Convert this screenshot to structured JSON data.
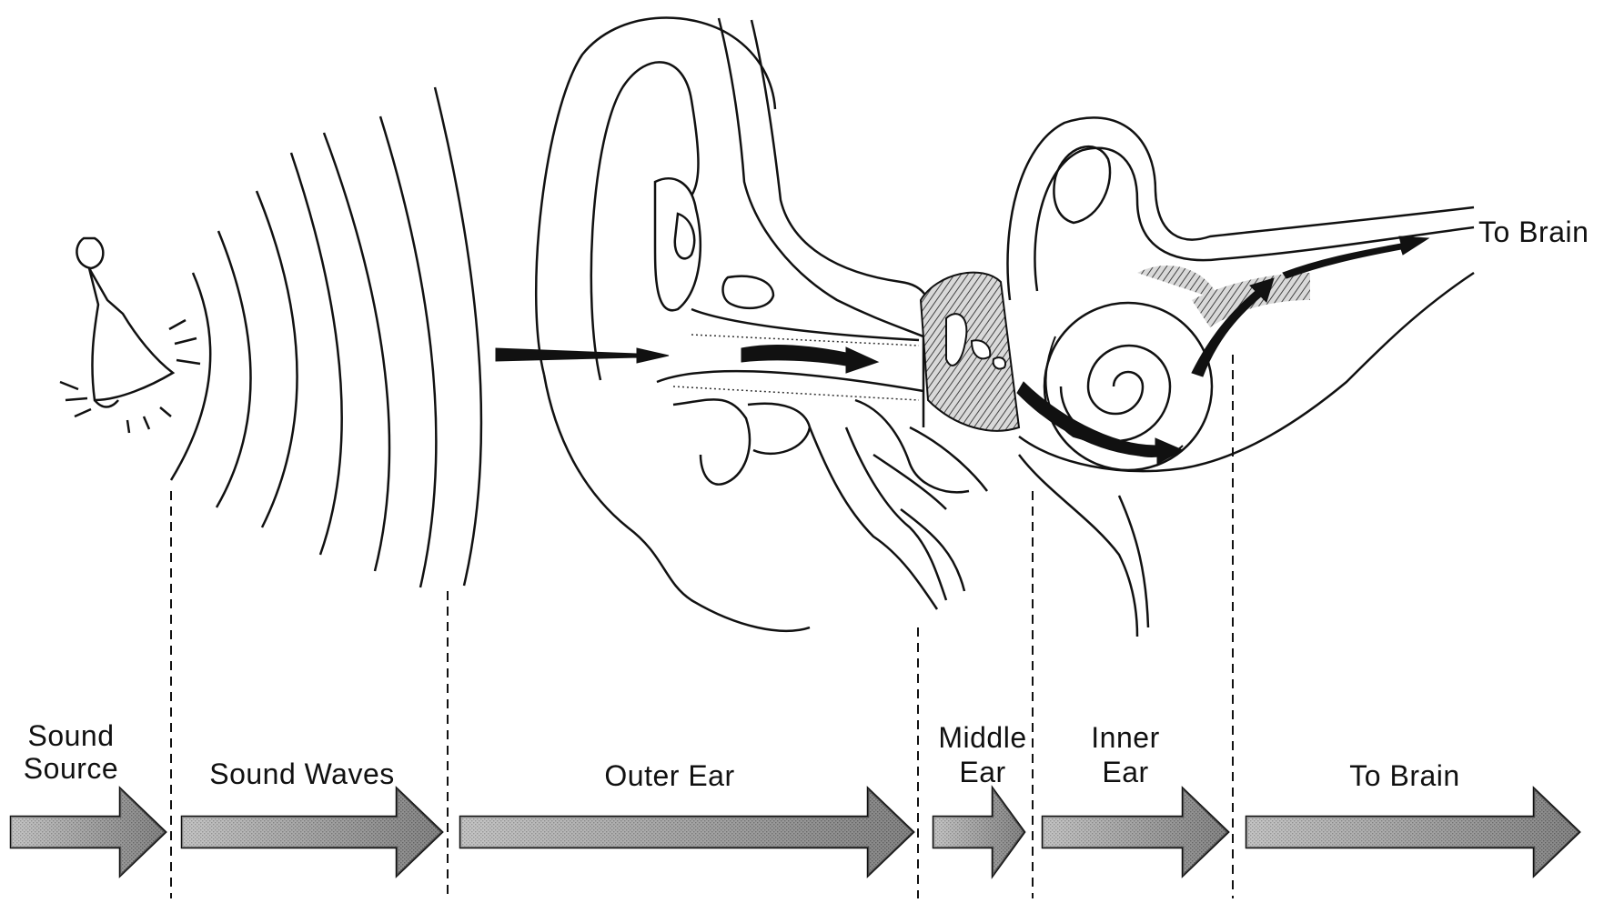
{
  "figure": {
    "top_label": "To Brain",
    "stages": [
      {
        "id": "sound-source",
        "lines": [
          "Sound",
          "Source"
        ]
      },
      {
        "id": "sound-waves",
        "lines": [
          "Sound  Waves"
        ]
      },
      {
        "id": "outer-ear",
        "lines": [
          "Outer  Ear"
        ]
      },
      {
        "id": "middle-ear",
        "lines": [
          "Middle",
          "Ear"
        ]
      },
      {
        "id": "inner-ear",
        "lines": [
          "Inner",
          "Ear"
        ]
      },
      {
        "id": "to-brain",
        "lines": [
          "To  Brain"
        ]
      }
    ],
    "colors": {
      "ink": "#111111",
      "arrow_fill": "#9a9a9a",
      "shade": "#666666"
    }
  }
}
